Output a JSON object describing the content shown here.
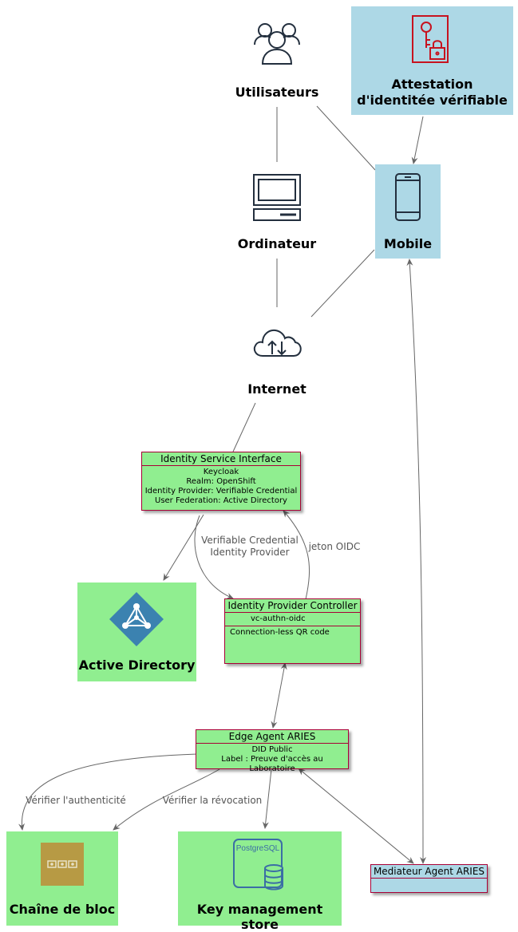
{
  "nodes": {
    "users": {
      "label": "Utilisateurs",
      "icon": "users-icon"
    },
    "attestation": {
      "label": "Attestation d'identitée vérifiable",
      "icon": "key-lock-document-icon"
    },
    "computer": {
      "label": "Ordinateur",
      "icon": "desktop-computer-icon"
    },
    "mobile": {
      "label": "Mobile",
      "icon": "smartphone-icon"
    },
    "internet": {
      "label": "Internet",
      "icon": "cloud-icon"
    },
    "identity_service": {
      "title": "Identity Service Interface",
      "lines": [
        "Keycloak",
        "Realm: OpenShift",
        "Identity Provider: Verifiable Credential",
        "User Federation: Active Directory"
      ]
    },
    "active_directory": {
      "label": "Active Directory",
      "icon": "active-directory-icon"
    },
    "idp_controller": {
      "title": "Identity Provider Controller",
      "field": "vc-authn-oidc",
      "method": "Connection-less QR code"
    },
    "edge_agent": {
      "title": "Edge Agent ARIES",
      "lines": [
        "DID Public",
        "Label : Preuve d'accès au Laboratoire"
      ]
    },
    "blockchain": {
      "label": "Chaîne de bloc",
      "icon": "blockchain-icon"
    },
    "kms": {
      "label": "Key management store",
      "icon": "postgresql-icon",
      "icon_text": "PostgreSQL"
    },
    "mediator": {
      "title": "Mediateur Agent ARIES"
    }
  },
  "edges": {
    "vc_idp": [
      "Verifiable Credential",
      "Identity Provider"
    ],
    "oidc_token": "jeton OIDC",
    "verify_auth": "Vérifier l'authenticité",
    "verify_revocation": "Vérifier la révocation"
  },
  "colors": {
    "blue_node": "#add8e6",
    "green_node": "#90ee90",
    "uml_border": "#a80036",
    "line": "#666666",
    "icon_dark": "#232f3e",
    "icon_red": "#c7131f",
    "icon_blue": "#3b82b0"
  }
}
